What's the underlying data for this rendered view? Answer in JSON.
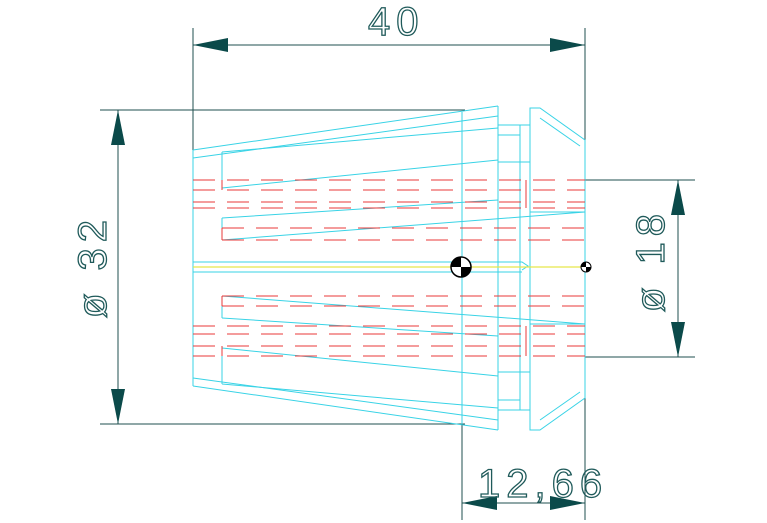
{
  "drawing": {
    "dimensions": {
      "length": "40",
      "outer_diameter": "ø 32",
      "bore_diameter": "ø 18",
      "nut_length": "12,66"
    },
    "colors": {
      "outline": "#39d3e6",
      "hidden_lines": "#e83a3a",
      "dimension": "#1f4f4f",
      "centerline": "#e6e64a"
    }
  }
}
